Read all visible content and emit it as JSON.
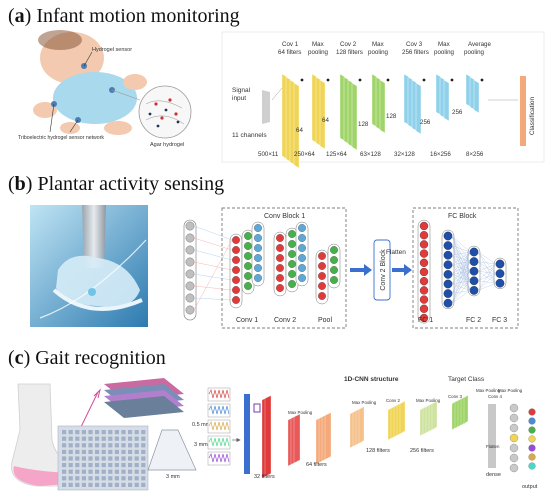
{
  "panels": {
    "a": {
      "letter": "a",
      "title": " Infant motion monitoring",
      "illustration": {
        "hydrogel_sensor": "Hydrogel sensor",
        "network": "Triboelectric hydrogel sensor network",
        "agar": "Agar hydrogel"
      },
      "cnn": {
        "signal_input": [
          "Signal",
          "input"
        ],
        "channels": "11 channels",
        "layers": [
          [
            "Cov 1",
            "64 filters"
          ],
          [
            "Max",
            "pooling"
          ],
          [
            "Cov 2",
            "128 filters"
          ],
          [
            "Max",
            "pooling"
          ],
          [
            "Cov 3",
            "256 filters"
          ],
          [
            "Max",
            "pooling"
          ],
          [
            "Average",
            "pooling"
          ]
        ],
        "inner_sizes": [
          "64",
          "64",
          "128",
          "128",
          "256",
          "256"
        ],
        "dims": [
          "500×11",
          "250×64",
          "125×64",
          "63×128",
          "32×128",
          "16×256",
          "8×256"
        ],
        "classification": "Classification"
      }
    },
    "b": {
      "letter": "b",
      "title": " Plantar activity sensing",
      "conv_block1": "Conv Block 1",
      "conv_block2": "Conv 2 Block",
      "flatten": "Flatten",
      "fc_block": "FC Block",
      "bottom_labels": [
        "Conv 1",
        "Conv 2",
        "Pool"
      ],
      "fc_labels": [
        "FC 1",
        "FC 2",
        "FC 3"
      ]
    },
    "c": {
      "letter": "c",
      "title": " Gait recognition",
      "dims": [
        "0.5 mm",
        "3 mm",
        "3 mm"
      ],
      "structure_title": "1D-CNN structure",
      "target_class": "Target Class",
      "small_labels": [
        "Max Pooling",
        "Max Pooling",
        "Conv 2",
        "Max Pooling",
        "Conv 3",
        "Max Pooling",
        "Conv 4",
        "Max Pooling",
        "Flatten"
      ],
      "filters": [
        "32 filters",
        "64 filters",
        "128 filters",
        "256 filters"
      ],
      "dense": "dense",
      "output": "output"
    }
  },
  "colors": {
    "yellow": "#f0d454",
    "green": "#9fd468",
    "blue": "#8fd0ea",
    "orange": "#f5a97a",
    "red": "#e03a3a",
    "fc_blue": "#1f4fa8",
    "arrow_blue": "#3a6fd0",
    "pink": "#f4a5c8"
  }
}
